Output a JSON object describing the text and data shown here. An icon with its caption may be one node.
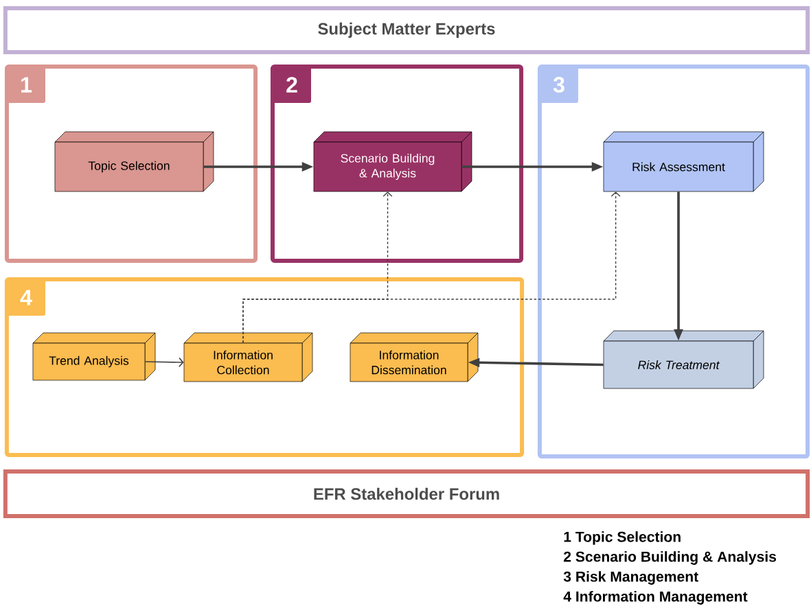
{
  "diagram": {
    "nodes": [
      {
        "text": [
          "Subject Matter Experts"
        ]
      },
      {
        "text": [
          "1"
        ]
      },
      {
        "text": [
          "Topic Selection"
        ],
        "in": 1
      },
      {
        "text": [
          "2"
        ]
      },
      {
        "text": [
          "Scenario Building & Analysis"
        ],
        "in": 3
      },
      {
        "text": [
          "3"
        ]
      },
      {
        "text": [
          "Risk Assessment"
        ],
        "in": 5
      },
      {
        "text": [
          "Risk Treatment"
        ],
        "in": 5
      },
      {
        "text": [
          "4"
        ]
      },
      {
        "text": [
          "Trend Analysis"
        ],
        "in": 8
      },
      {
        "text": [
          "Information Collection"
        ],
        "in": 8
      },
      {
        "text": [
          "Information Dissemination"
        ],
        "in": 8
      },
      {
        "text": [
          "EFR Stakeholder Forum"
        ]
      }
    ],
    "edges": [
      {
        "from": 2,
        "to": 4,
        "arrow": "to"
      },
      {
        "from": 4,
        "to": 6,
        "arrow": "to"
      },
      {
        "from": 6,
        "to": 7,
        "arrow": "to"
      },
      {
        "from": 7,
        "to": 11,
        "arrow": "to"
      },
      {
        "from": 9,
        "to": 10,
        "arrow": "to"
      },
      {
        "from": 10,
        "to": 4,
        "arrow": "to",
        "style": "dashed"
      },
      {
        "from": 10,
        "to": 6,
        "arrow": "to",
        "style": "dashed"
      }
    ],
    "labels": [
      "1 Topic Selection",
      "2 Scenario Building & Analysis",
      "3 Risk Management",
      "4 Information Management"
    ]
  }
}
